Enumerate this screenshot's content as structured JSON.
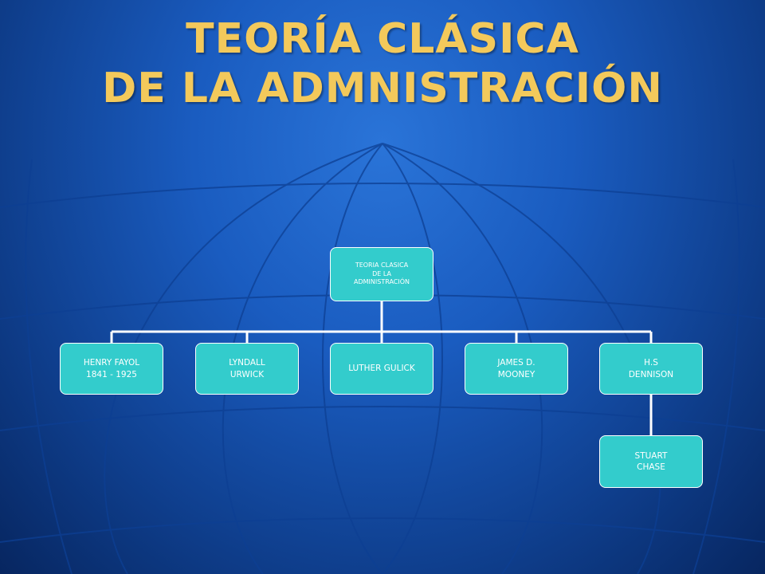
{
  "slide": {
    "title_line1": "TEORÍA CLÁSICA",
    "title_line2": "DE LA ADMNISTRACIÓN"
  },
  "org_chart": {
    "root": "TEORIA CLASICA\nDE LA\nADMINISTRACIÓN",
    "children": [
      "HENRY FAYOL\n1841 - 1925",
      "LYNDALL\nURWICK",
      "LUTHER GULICK",
      "JAMES D.\nMOONEY",
      "H.S\nDENNISON"
    ],
    "dennison_child": "STUART\nCHASE"
  },
  "colors": {
    "title": "#f3c95b",
    "node_fill": "#33cccc",
    "node_border": "#ffffff",
    "background": "#1a5cc0"
  }
}
